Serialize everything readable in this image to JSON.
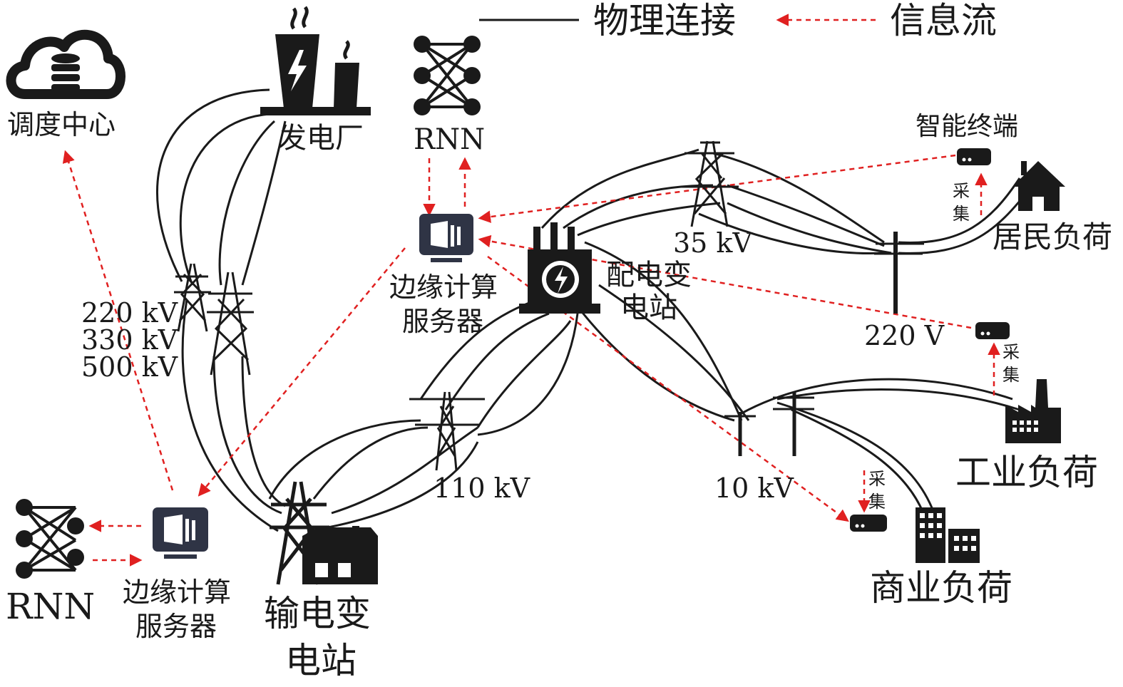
{
  "legend": {
    "physical_connection": "物理连接",
    "information_flow": "信息流"
  },
  "nodes": {
    "dispatch_center": "调度中心",
    "power_plant": "发电厂",
    "rnn_top": "RNN",
    "edge_server_top_line1": "边缘计算",
    "edge_server_top_line2": "服务器",
    "distribution_substation_line1": "配电变",
    "distribution_substation_line2": "电站",
    "smart_terminal": "智能终端",
    "residential_load": "居民负荷",
    "industrial_load": "工业负荷",
    "commercial_load": "商业负荷",
    "transmission_substation_line1": "输电变",
    "transmission_substation_line2": "电站",
    "rnn_bottom": "RNN",
    "edge_server_bottom_line1": "边缘计算",
    "edge_server_bottom_line2": "服务器"
  },
  "voltages": {
    "v35kv": "35 kV",
    "v220v": "220 V",
    "v110kv": "110 kV",
    "v10kv": "10 kV",
    "v220kv": "220 kV",
    "v330kv": "330 kV",
    "v500kv": "500 kV"
  },
  "collect": {
    "line1": "采",
    "line2": "集"
  },
  "colors": {
    "line": "#1a1a1a",
    "info_flow": "#e02020",
    "server_icon": "#2f3445"
  }
}
